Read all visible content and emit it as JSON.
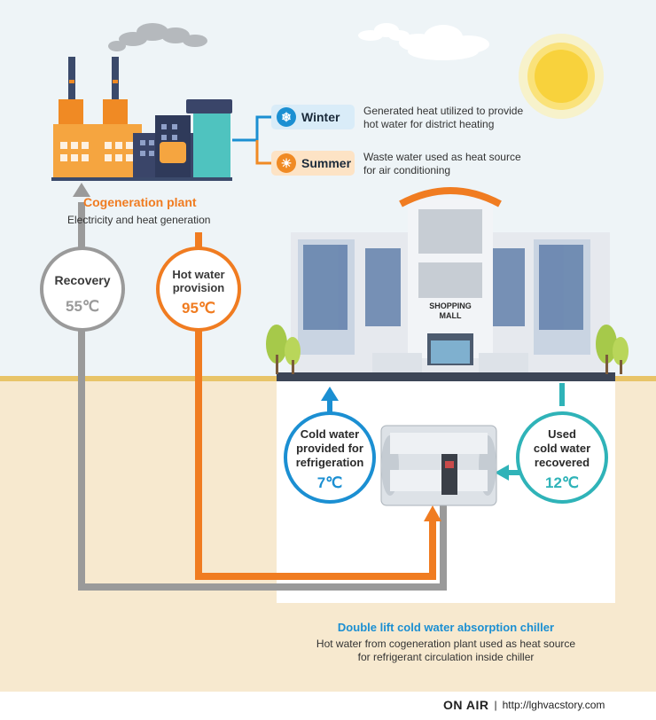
{
  "plant": {
    "title": "Cogeneration plant",
    "subtitle": "Electricity and heat generation"
  },
  "seasons": [
    {
      "label": "Winter",
      "icon": "snowflake-icon",
      "description_line1": "Generated heat utilized to provide",
      "description_line2": "hot water for district heating",
      "color": "#1b8fd2"
    },
    {
      "label": "Summer",
      "icon": "sun-icon",
      "description_line1": "Waste water used as heat source",
      "description_line2": "for air conditioning",
      "color": "#f08a24"
    }
  ],
  "loops": {
    "recovery": {
      "line1": "Recovery",
      "temp": "55℃",
      "color": "#9a9a9a"
    },
    "hot_water": {
      "line1": "Hot water",
      "line2": "provision",
      "temp": "95℃",
      "color": "#f07c21"
    },
    "cold_water": {
      "line1": "Cold water",
      "line2": "provided for",
      "line3": "refrigeration",
      "temp": "7℃",
      "color": "#1b8fd2"
    },
    "used_cold": {
      "line1": "Used",
      "line2": "cold water",
      "line3": "recovered",
      "temp": "12℃",
      "color": "#2fb3b8"
    }
  },
  "mall": {
    "sign_line1": "SHOPPING",
    "sign_line2": "MALL"
  },
  "chiller": {
    "title": "Double lift cold water absorption chiller",
    "desc_line1": "Hot water from cogeneration plant used as heat source",
    "desc_line2": "for refrigerant circulation inside chiller"
  },
  "footer": {
    "brand": "ON AIR",
    "separator": "|",
    "url": "http://lghvacstory.com"
  },
  "colors": {
    "sky": "#eef4f7",
    "ground": "#f7e9cf",
    "ground_line": "#e8c468",
    "orange": "#f07c21",
    "gray": "#9a9a9a",
    "blue": "#1b8fd2",
    "teal": "#2fb3b8"
  }
}
